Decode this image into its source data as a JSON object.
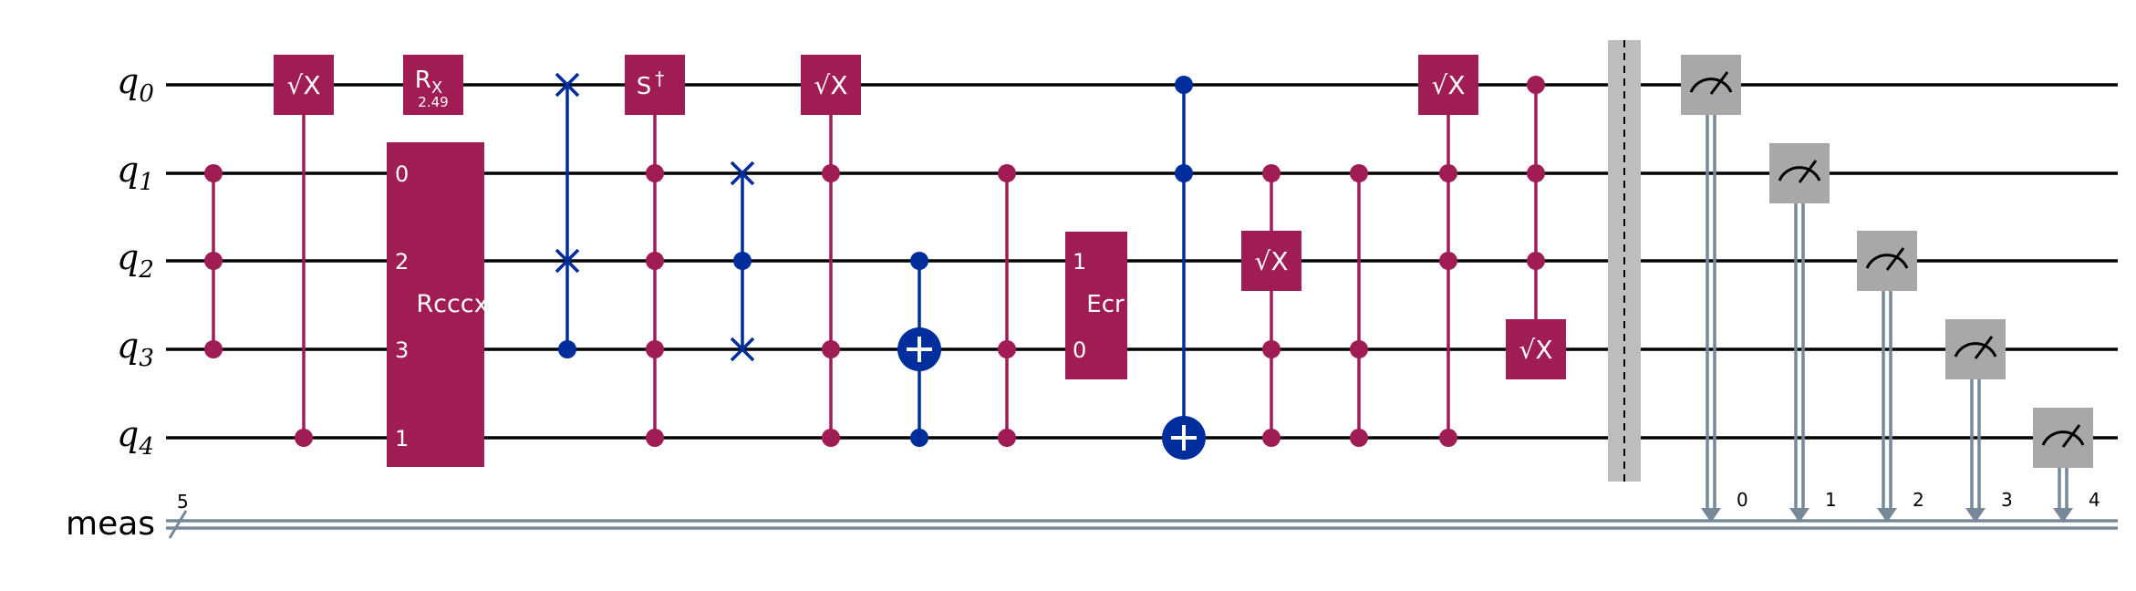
{
  "qubit_labels": [
    {
      "base": "q",
      "sub": "0"
    },
    {
      "base": "q",
      "sub": "1"
    },
    {
      "base": "q",
      "sub": "2"
    },
    {
      "base": "q",
      "sub": "3"
    },
    {
      "base": "q",
      "sub": "4"
    }
  ],
  "classical": {
    "label": "meas",
    "size_label": "5"
  },
  "colors": {
    "two_qubit": "#9F1C55",
    "controlled": "#002D9C",
    "measure_box": "#A8A8A8",
    "measure_line": "#778899",
    "barrier": "#BDBDBD",
    "wire": "#000000"
  },
  "gates": {
    "sx_label": "√X",
    "rx_label": "R",
    "rx_sub": "X",
    "rx_param": "2.49",
    "sdg_label": "S",
    "sdg_sup": "†",
    "rcccx_label": "Rcccx",
    "rcccx_pins": [
      "0",
      "2",
      "3",
      "1"
    ],
    "ecr_label": "Ecr",
    "ecr_pins": [
      "1",
      "0"
    ]
  },
  "measure_bits": [
    "0",
    "1",
    "2",
    "3",
    "4"
  ]
}
